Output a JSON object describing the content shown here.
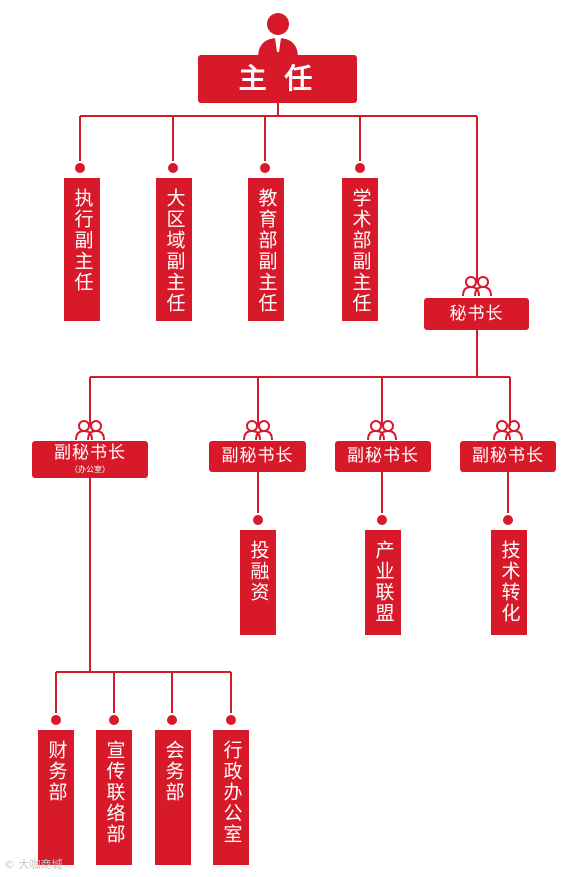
{
  "director": "主 任",
  "deputy_directors": [
    "执行副主任",
    "大区域副主任",
    "教育部副主任",
    "学术部副主任"
  ],
  "secretary_general": "秘书长",
  "deputy_secretaries": [
    {
      "label": "副秘书长",
      "note": "（办公室）"
    },
    {
      "label": "副秘书长"
    },
    {
      "label": "副秘书长"
    },
    {
      "label": "副秘书长"
    }
  ],
  "departments": [
    "投融资",
    "产业联盟",
    "技术转化"
  ],
  "office_departments": [
    "财务部",
    "宣传联络部",
    "会务部",
    "行政办公室"
  ],
  "watermark": "© 大咖商城",
  "colors": {
    "accent": "#d7192a",
    "background": "#ffffff"
  }
}
